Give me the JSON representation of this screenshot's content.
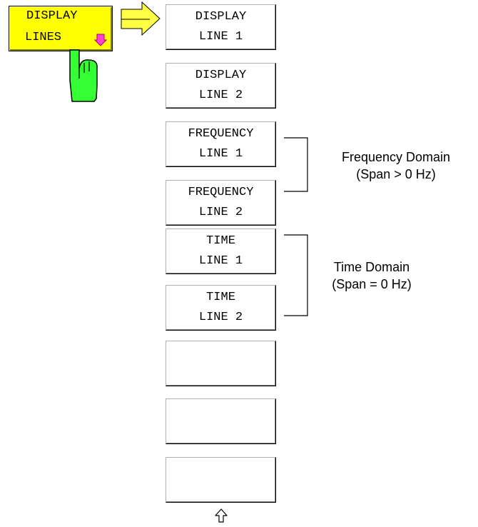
{
  "main_key": {
    "line1": "DISPLAY",
    "line2": "LINES"
  },
  "softkeys": [
    {
      "line1": "DISPLAY",
      "line2": "LINE 1"
    },
    {
      "line1": "DISPLAY",
      "line2": "LINE 2"
    },
    {
      "line1": "FREQUENCY",
      "line2": "LINE 1"
    },
    {
      "line1": "FREQUENCY",
      "line2": "LINE 2"
    },
    {
      "line1": "TIME",
      "line2": "LINE 1"
    },
    {
      "line1": "TIME",
      "line2": "LINE 2"
    },
    {
      "line1": "",
      "line2": ""
    },
    {
      "line1": "",
      "line2": ""
    },
    {
      "line1": "",
      "line2": ""
    }
  ],
  "groups": {
    "frequency": {
      "title": "Frequency Domain",
      "subtitle": "(Span > 0 Hz)"
    },
    "time": {
      "title": "Time Domain",
      "subtitle": "(Span = 0 Hz)"
    }
  },
  "colors": {
    "main_key": "#ffff00",
    "hand": "#33ff33",
    "down_arrow": "#ff44cc",
    "pointer_arrow": "#ffff44"
  }
}
